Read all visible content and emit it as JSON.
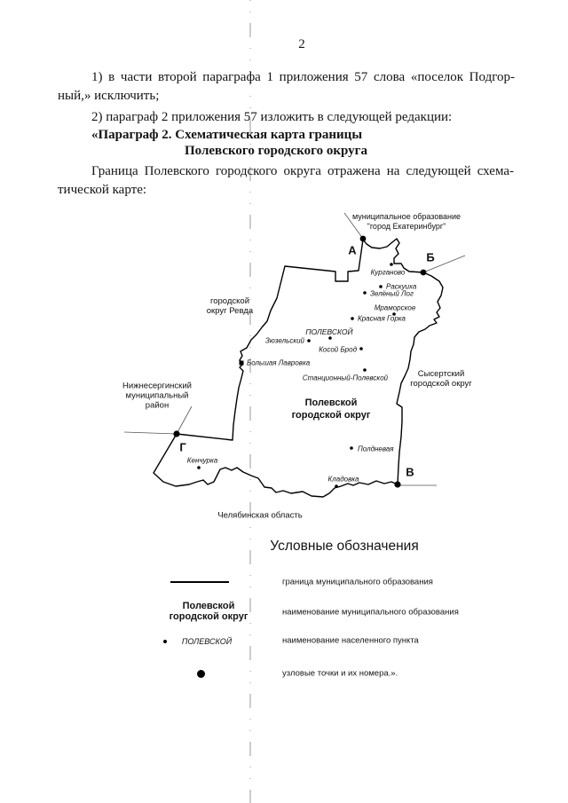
{
  "page_number": "2",
  "body": {
    "p1_line1": "1) в части второй параграфа 1 приложения 57 слова «поселок Подгор-",
    "p1_line2": "ный,» исключить;",
    "p2": "2) параграф 2 приложения 57 изложить в следующей редакции:",
    "heading_line1": "«Параграф 2. Схематическая карта границы",
    "heading_line2": "Полевского городского округа",
    "p3_line1": "Граница Полевского городского округа отражена на следующей схема-",
    "p3_line2": "тической карте:"
  },
  "map": {
    "callout": {
      "line1": "муниципальное образование",
      "line2": "\"город Екатеринбург\""
    },
    "nodes": {
      "a": "А",
      "b": "Б",
      "v": "В",
      "g": "Г"
    },
    "settlements": {
      "kurganovo": "Курганово",
      "raskuiha": "Раскуиха",
      "zeleny_log": "Зелёный Лог",
      "mramorskoe": "Мраморское",
      "krasnaya_gorka": "Красная Горка",
      "polevskoy": "ПОЛЕВСКОЙ",
      "zyuzelsky": "Зюзельский",
      "kosoy_brod": "Косой Брод",
      "bolshaya_lavrovka": "Большая Лавровка",
      "stantsionny_polevskoy": "Станционный-Полевской",
      "kenchurka": "Кенчурка",
      "poldnevaya": "Полдневая",
      "kladovka": "Кладовка"
    },
    "regions": {
      "revda_line1": "городской",
      "revda_line2": "округ Ревда",
      "sysert_line1": "Сысертский",
      "sysert_line2": "городской округ",
      "nizhneserginsky_line1": "Нижнесергинский",
      "nizhneserginsky_line2": "муниципальный",
      "nizhneserginsky_line3": "район",
      "chelyabinsk": "Челябинская область",
      "center_line1": "Полевской",
      "center_line2": "городской округ"
    }
  },
  "legend": {
    "title": "Условные обозначения",
    "items": [
      {
        "label": "граница муниципального образования"
      },
      {
        "symbol_line1": "Полевской",
        "symbol_line2": "городской округ",
        "label": "наименование муниципального образования"
      },
      {
        "symbol": "ПОЛЕВСКОЙ",
        "label": "наименование населенного пункта"
      },
      {
        "label": "узловые точки и их номера.»."
      }
    ]
  },
  "colors": {
    "ink": "#141414",
    "map_border": "#000000",
    "fold_line": "#9a9a9a"
  }
}
